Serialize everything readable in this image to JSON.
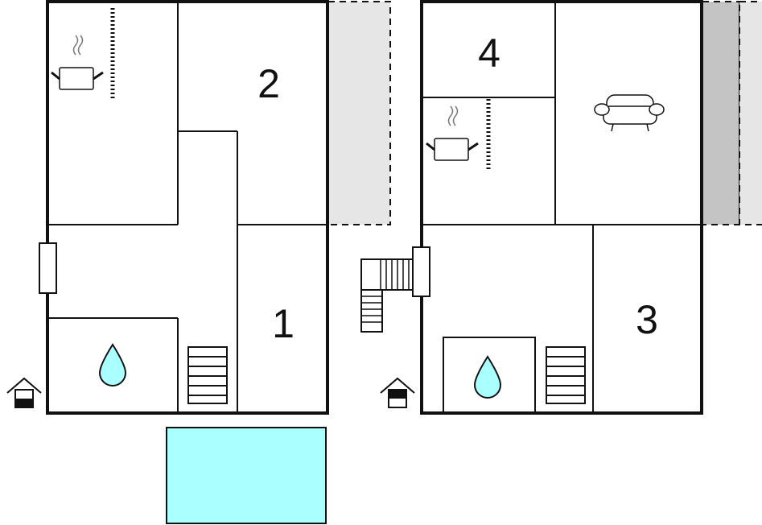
{
  "floors": [
    {
      "id": "ground-floor",
      "rooms": [
        {
          "id": "bedroom-2",
          "number": "2"
        },
        {
          "id": "bedroom-1",
          "number": "1"
        }
      ],
      "icons": [
        "kitchen-pot-icon",
        "bathroom-drop-icon",
        "stairs-icon",
        "entrance-house-icon",
        "door-icon",
        "terrace-area"
      ]
    },
    {
      "id": "upper-floor",
      "rooms": [
        {
          "id": "bedroom-4",
          "number": "4"
        },
        {
          "id": "bedroom-3",
          "number": "3"
        }
      ],
      "icons": [
        "kitchen-pot-icon",
        "living-sofa-icon",
        "bathroom-drop-icon",
        "stairs-icon",
        "external-stairs-icon",
        "entrance-house-icon",
        "terrace-area"
      ]
    }
  ],
  "pool": {
    "id": "swimming-pool",
    "color": "#aaffff"
  },
  "colors": {
    "wall": "#111111",
    "water": "#aaffff",
    "terrace_light": "#e6e6e6",
    "terrace_dark": "#c4c4c4"
  }
}
